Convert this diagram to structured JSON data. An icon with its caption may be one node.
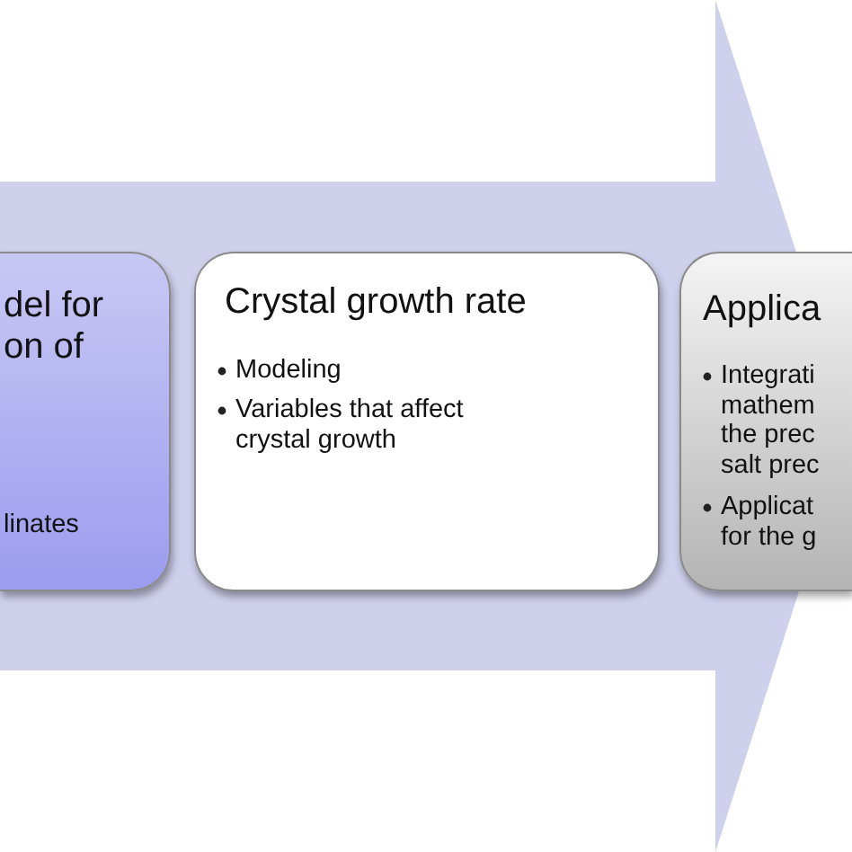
{
  "diagram": {
    "nodes": [
      {
        "text": [],
        "shape": "arrow"
      },
      {
        "text": [
          "del for on of",
          "linates"
        ],
        "in": 0
      },
      {
        "text": [
          "Crystal growth rate",
          "Modeling",
          "Variables that affect crystal growth"
        ],
        "in": 0
      },
      {
        "text": [
          "Applica",
          "Integrati mathem the prec salt prec",
          "Applicat for the g"
        ],
        "in": 0
      }
    ]
  }
}
